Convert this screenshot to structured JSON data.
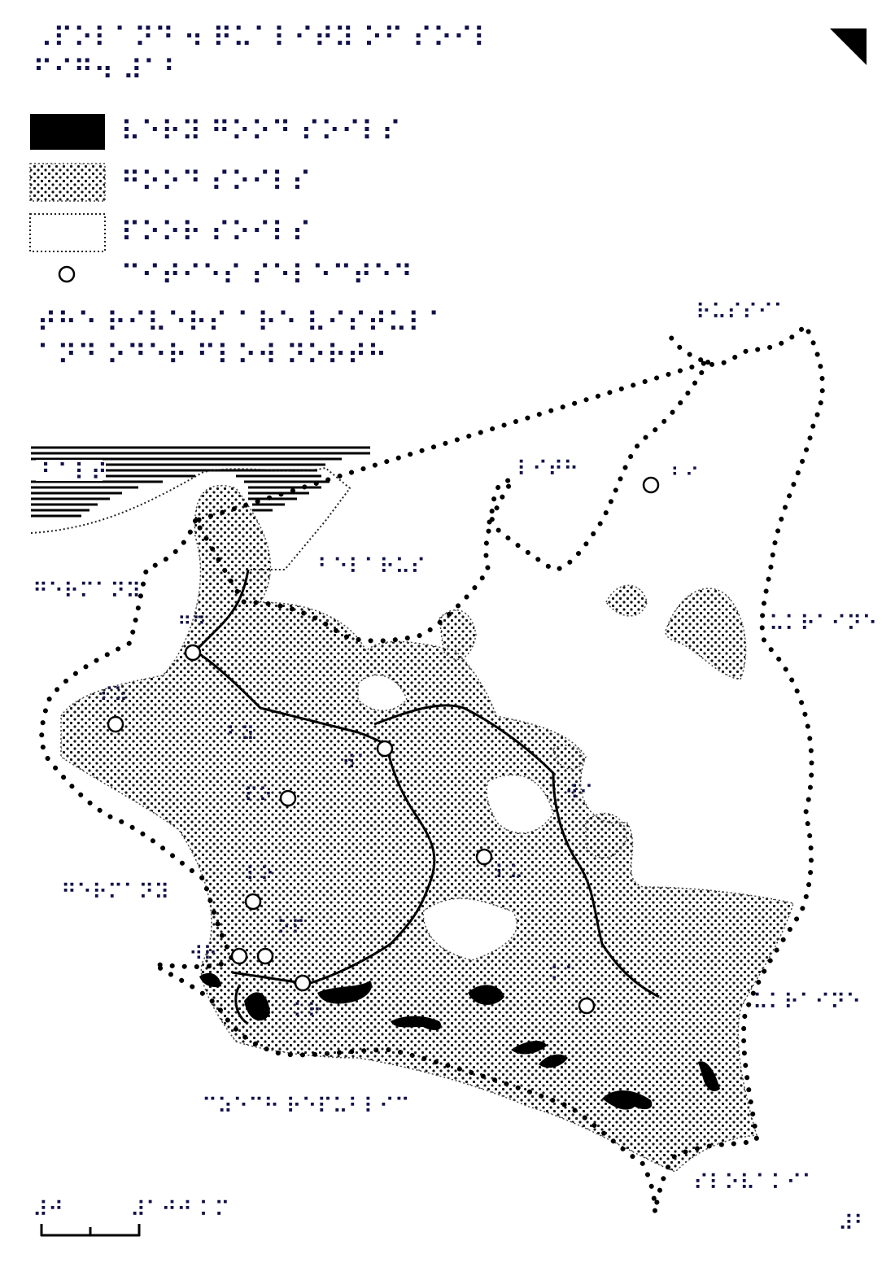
{
  "title": {
    "line1": "⠠⠏⠕⠇⠁⠝⠙ ⠲ ⠟⠥⠁⠇⠊⠞⠽ ⠕⠋ ⠎⠕⠊⠇",
    "line2": "⠋⠊⠛⠲ ⠼⠁⠃"
  },
  "orientation_mark": "corner-triangle-icon",
  "legend": [
    {
      "key": "very-good",
      "pattern": "solid-black",
      "text": "⠧⠑⠗⠽ ⠛⠕⠕⠙ ⠎⠕⠊⠇⠎"
    },
    {
      "key": "good",
      "pattern": "dense-dots",
      "text": "⠛⠕⠕⠙ ⠎⠕⠊⠇⠎"
    },
    {
      "key": "poor",
      "pattern": "open-box",
      "text": "⠏⠕⠕⠗ ⠎⠕⠊⠇⠎"
    },
    {
      "key": "city",
      "pattern": "circle",
      "text": "⠉⠊⠞⠊⠑⠎ ⠎⠑⠇⠑⠉⠞⠑⠙"
    }
  ],
  "note": {
    "line1": "⠞⠓⠑ ⠗⠊⠧⠑⠗⠎ ⠁⠗⠑ ⠧⠊⠎⠞⠥⠇⠁",
    "line2": "⠁⠝⠙ ⠕⠙⠑⠗ ⠋⠇⠕⠺ ⠝⠕⠗⠞⠓"
  },
  "map": {
    "sea_label": "⠃⠁⠇⠞",
    "countries": {
      "russia": "⠗⠥⠎⠎⠊⠁",
      "lithuania": "⠇⠊⠞⠓",
      "belarus": "⠃⠑⠇⠁⠗⠥⠎",
      "germany_top": "⠛⠑⠗⠍⠁⠝⠽",
      "germany_bottom": "⠛⠑⠗⠍⠁⠝⠽",
      "ukraine_upper": "⠥⠅⠗⠁⠊⠝⠑",
      "ukraine_lower": "⠥⠅⠗⠁⠊⠝⠑",
      "czech": "⠉⠵⠑⠉⠓ ⠗⠑⠏⠥⠃⠇⠊⠉",
      "slovakia": "⠎⠇⠕⠧⠁⠅⠊⠁"
    },
    "cities": [
      {
        "label": "⠛⠙",
        "name": "gdansk"
      },
      {
        "label": "⠎⠵",
        "name": "szczecin"
      },
      {
        "label": "⠃⠽",
        "name": "bydgoszcz"
      },
      {
        "label": "⠏⠕",
        "name": "poznan"
      },
      {
        "label": "⠺⠁",
        "name": "warsaw"
      },
      {
        "label": "⠃⠊",
        "name": "bialystok"
      },
      {
        "label": "⠇⠥",
        "name": "lublin"
      },
      {
        "label": "⠇⠕",
        "name": "lodz"
      },
      {
        "label": "⠺⠗",
        "name": "wroclaw"
      },
      {
        "label": "⠕⠏",
        "name": "opole"
      },
      {
        "label": "⠅⠗",
        "name": "krakow"
      },
      {
        "label": "⠅⠁",
        "name": "katowice"
      }
    ],
    "river_labels": {
      "river1": "⠺⠊",
      "river2": "⠕⠙"
    }
  },
  "scale": {
    "left": "⠼⠚",
    "right": "⠼⠁⠚⠚ ⠅⠍"
  },
  "page_number": "⠼⠃"
}
